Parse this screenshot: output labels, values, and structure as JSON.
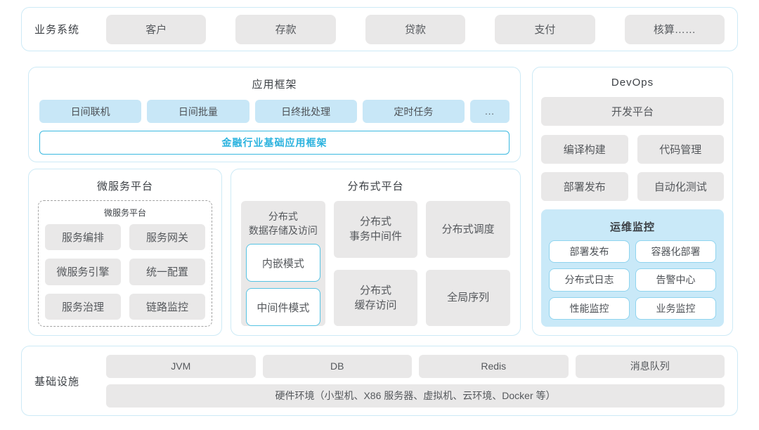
{
  "colors": {
    "panel_border": "#cdeaf6",
    "gray_box_bg": "#e9e8e8",
    "blue_box_bg": "#c8e7f7",
    "accent_cyan": "#29b2de",
    "monitor_bg": "#c9e9f8",
    "chip_border": "#90d4ef",
    "mode_border": "#56c3e3"
  },
  "business_systems": {
    "label": "业务系统",
    "items": [
      "客户",
      "存款",
      "贷款",
      "支付",
      "核算……"
    ]
  },
  "app_framework": {
    "title": "应用框架",
    "items": [
      "日间联机",
      "日间批量",
      "日终批处理",
      "定时任务",
      "..."
    ],
    "base_framework": "金融行业基础应用框架"
  },
  "microservice_platform": {
    "title": "微服务平台",
    "inner_title": "微服务平台",
    "items": [
      "服务编排",
      "服务网关",
      "微服务引擎",
      "统一配置",
      "服务治理",
      "链路监控"
    ]
  },
  "distributed_platform": {
    "title": "分布式平台",
    "storage": {
      "label": "分布式\n数据存储及访问",
      "modes": [
        "内嵌模式",
        "中间件模式"
      ]
    },
    "cells": [
      "分布式\n事务中间件",
      "分布式\n缓存访问",
      "分布式调度",
      "全局序列"
    ]
  },
  "devops": {
    "title": "DevOps",
    "dev_platform": "开发平台",
    "tools": [
      "编译构建",
      "代码管理",
      "部署发布",
      "自动化测试"
    ],
    "monitoring": {
      "title": "运维监控",
      "items": [
        "部署发布",
        "容器化部署",
        "分布式日志",
        "告警中心",
        "性能监控",
        "业务监控"
      ]
    }
  },
  "infrastructure": {
    "label": "基础设施",
    "items": [
      "JVM",
      "DB",
      "Redis",
      "消息队列"
    ],
    "hardware": "硬件环境（小型机、X86 服务器、虚拟机、云环境、Docker 等）"
  }
}
